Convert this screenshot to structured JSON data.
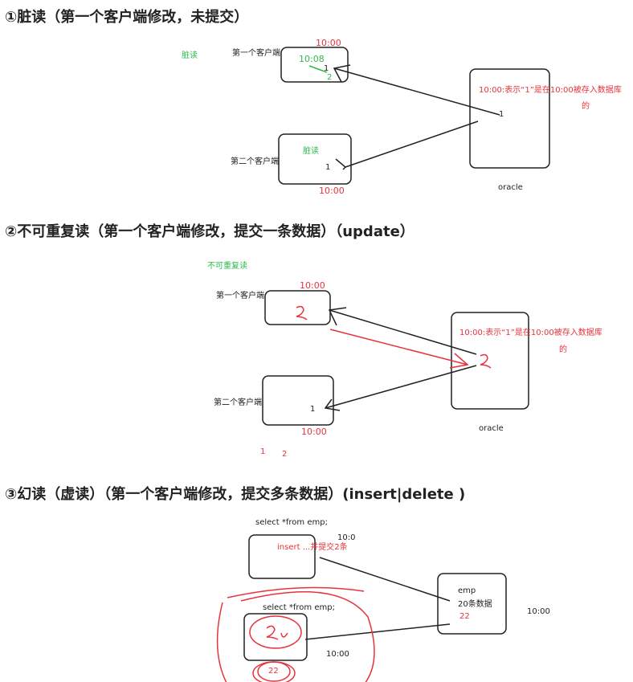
{
  "headings": [
    "①脏读（第一个客户端修改，未提交）",
    "②不可重复读（第一个客户端修改，提交一条数据）（update）",
    "③幻读（虚读）（第一个客户端修改，提交多条数据）(insert|delete )"
  ],
  "section1": {
    "label": "脏读",
    "client1": "第一个客户端",
    "client1_time": "10:00",
    "client1_time_new": "10:08",
    "client1_old_value": "1",
    "client1_new_value": "2",
    "client2": "第二个客户端",
    "client2_label": "脏读",
    "client2_value": "1",
    "client2_time": "10:00",
    "db_note": "10:00:表示“1”是在10:00被存入数据库",
    "db_note2": "的",
    "db_value": "1",
    "db_name": "oracle"
  },
  "section2": {
    "label": "不可重复读",
    "client1": "第一个客户端",
    "client1_time": "10:00",
    "client2": "第二个客户端",
    "client2_value": "1",
    "client2_time": "10:00",
    "db_note": "10:00:表示“1”是在10:00被存入数据库",
    "db_note2": "的",
    "db_name": "oracle",
    "read1": "1",
    "read2": "2"
  },
  "section3": {
    "query1": "select *from emp;",
    "client1_time": "10:0",
    "client1_action": "insert ...并提交2条",
    "table": "emp",
    "table_rows": "20条数据",
    "table_rows_new": "22",
    "db_time": "10:00",
    "query2": "select *from emp;",
    "client2_time": "10:00",
    "client2_result": "22"
  },
  "colors": {
    "red": "#e8323c",
    "green": "#2eb84b",
    "text": "#222222"
  }
}
